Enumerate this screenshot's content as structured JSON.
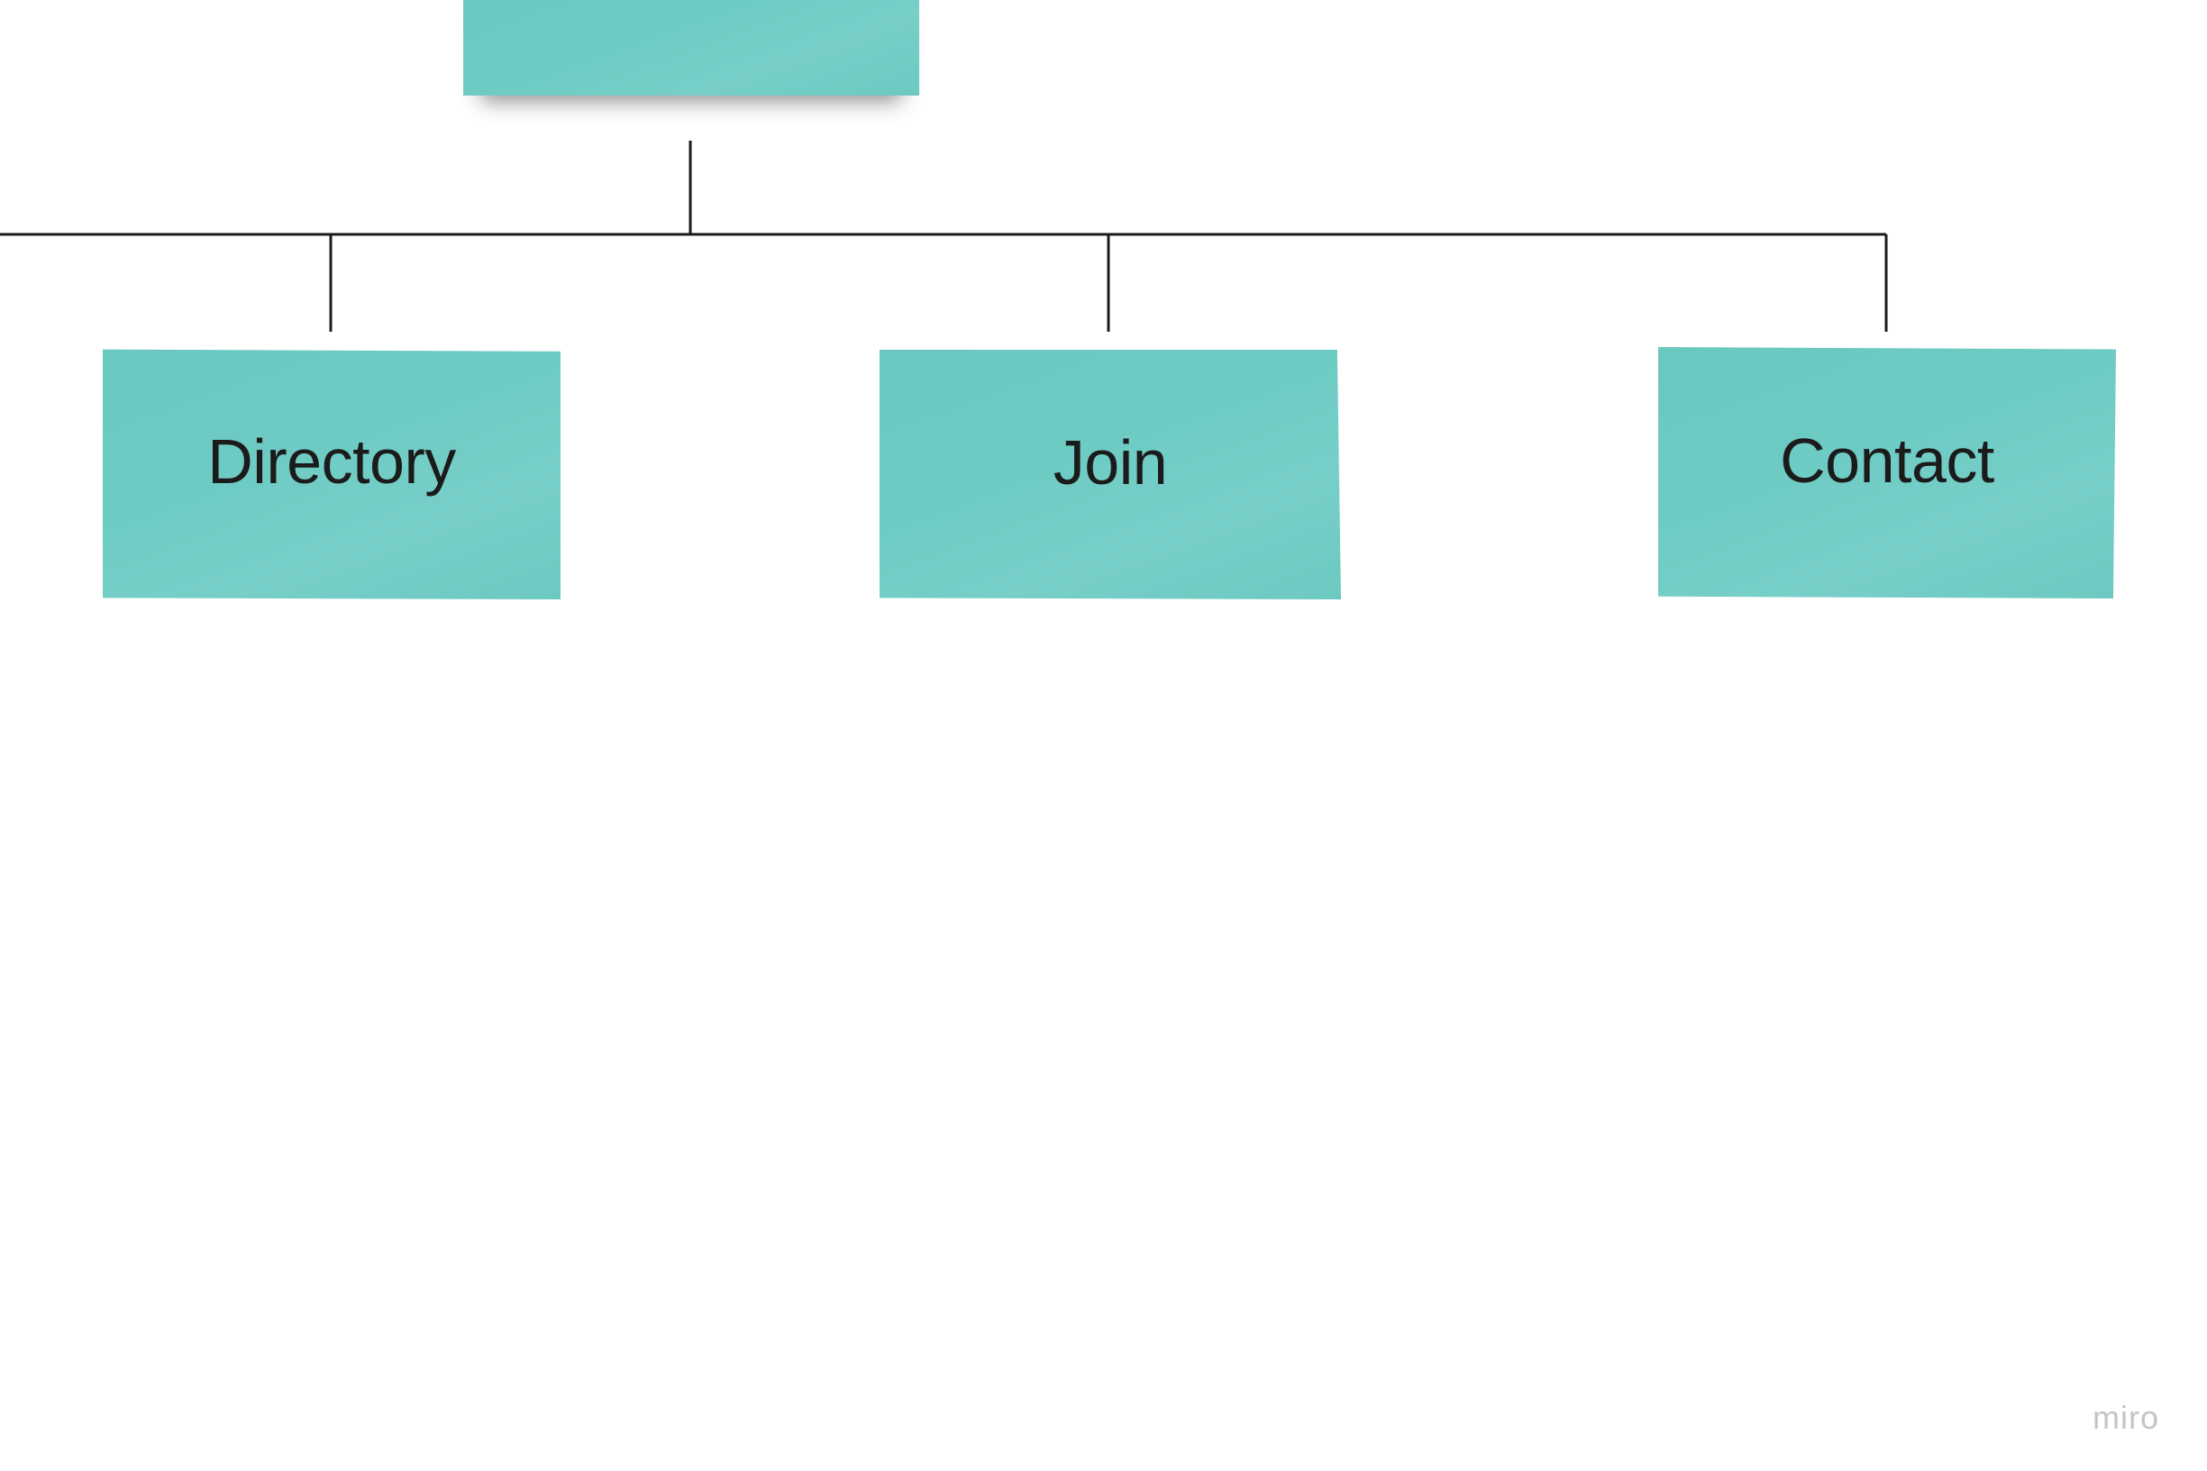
{
  "nodes": {
    "top": "",
    "children": [
      "Directory",
      "Join",
      "Contact"
    ]
  },
  "watermark": "miro",
  "colors": {
    "sticky": "#6dcbc3",
    "line": "#1b1b1b",
    "background": "#ffffff",
    "watermark": "#c4c4c4"
  }
}
